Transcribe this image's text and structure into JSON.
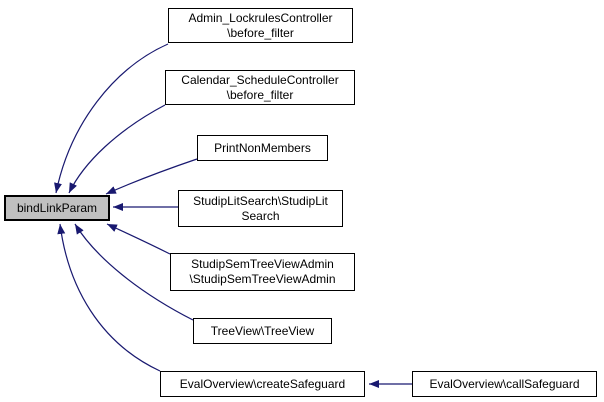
{
  "page": {
    "background": "#ffffff"
  },
  "diagram": {
    "type": "caller-graph",
    "arrow_color": "#191970",
    "border_color": "#000000",
    "highlight_fill": "#c0c0c0",
    "node_fill": "#ffffff",
    "text_color": "#000000",
    "nodes": [
      {
        "id": "bindLinkParam",
        "highlighted": true,
        "lines": [
          "bindLinkParam"
        ]
      },
      {
        "id": "admin-lockrules-before-filter",
        "highlighted": false,
        "lines": [
          "Admin_LockrulesController",
          "\\before_filter"
        ]
      },
      {
        "id": "calendar-schedule-before-filter",
        "highlighted": false,
        "lines": [
          "Calendar_ScheduleController",
          "\\before_filter"
        ]
      },
      {
        "id": "print-non-members",
        "highlighted": false,
        "lines": [
          "PrintNonMembers"
        ]
      },
      {
        "id": "studip-lit-search",
        "highlighted": false,
        "lines": [
          "StudipLitSearch\\StudipLit",
          "Search"
        ]
      },
      {
        "id": "studip-sem-tree-view-admin",
        "highlighted": false,
        "lines": [
          "StudipSemTreeViewAdmin",
          "\\StudipSemTreeViewAdmin"
        ]
      },
      {
        "id": "tree-view",
        "highlighted": false,
        "lines": [
          "TreeView\\TreeView"
        ]
      },
      {
        "id": "eval-overview-create-safeguard",
        "highlighted": false,
        "lines": [
          "EvalOverview\\createSafeguard"
        ]
      },
      {
        "id": "eval-overview-call-safeguard",
        "highlighted": false,
        "lines": [
          "EvalOverview\\callSafeguard"
        ]
      }
    ],
    "edges": [
      {
        "from": "Admin_LockrulesController\\before_filter",
        "to": "bindLinkParam"
      },
      {
        "from": "Calendar_ScheduleController\\before_filter",
        "to": "bindLinkParam"
      },
      {
        "from": "PrintNonMembers",
        "to": "bindLinkParam"
      },
      {
        "from": "StudipLitSearch\\StudipLitSearch",
        "to": "bindLinkParam"
      },
      {
        "from": "StudipSemTreeViewAdmin\\StudipSemTreeViewAdmin",
        "to": "bindLinkParam"
      },
      {
        "from": "TreeView\\TreeView",
        "to": "bindLinkParam"
      },
      {
        "from": "EvalOverview\\createSafeguard",
        "to": "bindLinkParam"
      },
      {
        "from": "EvalOverview\\callSafeguard",
        "to": "EvalOverview\\createSafeguard"
      }
    ]
  }
}
